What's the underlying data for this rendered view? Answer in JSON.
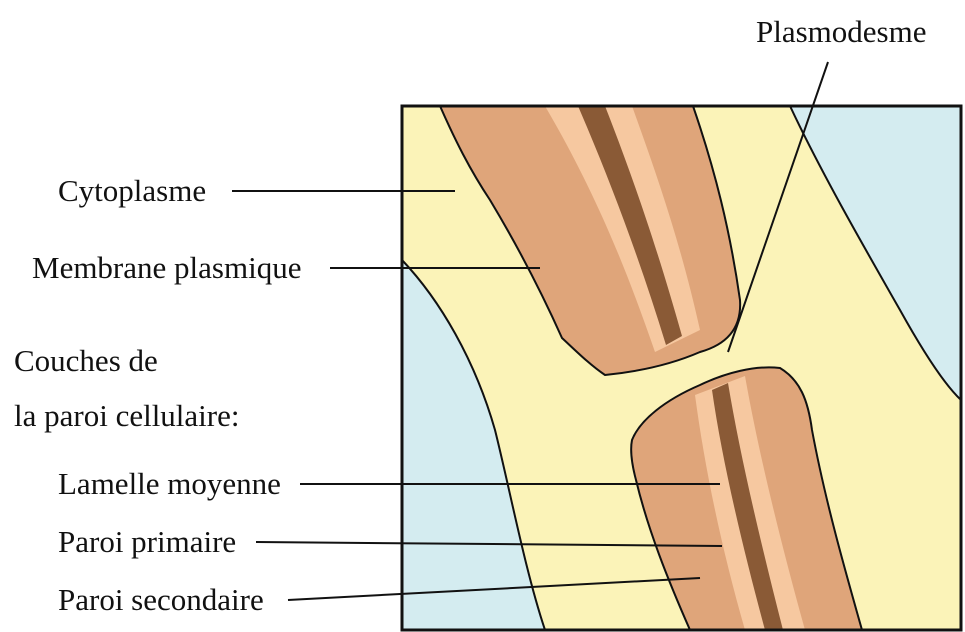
{
  "labels": {
    "plasmodesme": "Plasmodesme",
    "cytoplasme": "Cytoplasme",
    "membrane": "Membrane plasmique",
    "couches_line1": "Couches de",
    "couches_line2": "la paroi cellulaire:",
    "lamelle": "Lamelle moyenne",
    "primaire": "Paroi primaire",
    "secondaire": "Paroi secondaire"
  },
  "colors": {
    "cytoplasm": "#fbf3b8",
    "vacuole": "#d4ecf0",
    "secondary_wall": "#dfa57a",
    "primary_wall": "#f6c8a0",
    "middle_lamella": "#8a5a36",
    "outline": "#111111"
  }
}
